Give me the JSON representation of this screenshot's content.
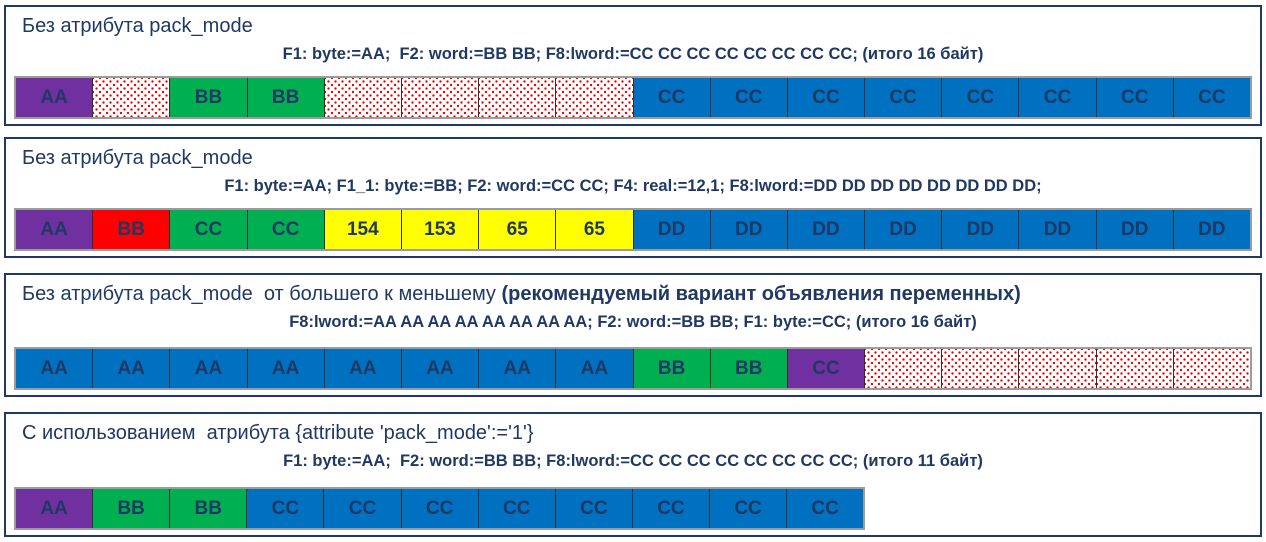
{
  "colors": {
    "navy": "#1F3864",
    "purple": "#7030A0",
    "green": "#00B050",
    "blue": "#0070C0",
    "red": "#FF0000",
    "yellow": "#FFFF00",
    "empty_dot": "#E80000",
    "cell_separator": "#2F2F2F",
    "row_frame": "#9C9C9C"
  },
  "sections": [
    {
      "title": "Без атрибута pack_mode",
      "title_bold": "",
      "declaration": "F1: byte:=AA;  F2: word:=BB BB; F8:lword:=CC CC CC CC CC CC CC CC; (итого 16 байт)",
      "cells": [
        {
          "label": "AA",
          "fill": "purple"
        },
        {
          "label": "",
          "fill": "empty"
        },
        {
          "label": "BB",
          "fill": "green"
        },
        {
          "label": "BB",
          "fill": "green"
        },
        {
          "label": "",
          "fill": "empty"
        },
        {
          "label": "",
          "fill": "empty"
        },
        {
          "label": "",
          "fill": "empty"
        },
        {
          "label": "",
          "fill": "empty"
        },
        {
          "label": "CC",
          "fill": "blue"
        },
        {
          "label": "CC",
          "fill": "blue"
        },
        {
          "label": "CC",
          "fill": "blue"
        },
        {
          "label": "CC",
          "fill": "blue"
        },
        {
          "label": "CC",
          "fill": "blue"
        },
        {
          "label": "CC",
          "fill": "blue"
        },
        {
          "label": "CC",
          "fill": "blue"
        },
        {
          "label": "CC",
          "fill": "blue"
        }
      ]
    },
    {
      "title": "Без атрибута pack_mode",
      "title_bold": "",
      "declaration": "F1: byte:=AA; F1_1: byte:=BB; F2: word:=CC CC; F4: real:=12,1; F8:lword:=DD DD DD DD DD DD DD DD;",
      "cells": [
        {
          "label": "AA",
          "fill": "purple"
        },
        {
          "label": "BB",
          "fill": "red"
        },
        {
          "label": "CC",
          "fill": "green"
        },
        {
          "label": "CC",
          "fill": "green"
        },
        {
          "label": "154",
          "fill": "yellow"
        },
        {
          "label": "153",
          "fill": "yellow"
        },
        {
          "label": "65",
          "fill": "yellow"
        },
        {
          "label": "65",
          "fill": "yellow"
        },
        {
          "label": "DD",
          "fill": "blue"
        },
        {
          "label": "DD",
          "fill": "blue"
        },
        {
          "label": "DD",
          "fill": "blue"
        },
        {
          "label": "DD",
          "fill": "blue"
        },
        {
          "label": "DD",
          "fill": "blue"
        },
        {
          "label": "DD",
          "fill": "blue"
        },
        {
          "label": "DD",
          "fill": "blue"
        },
        {
          "label": "DD",
          "fill": "blue"
        }
      ]
    },
    {
      "title": "Без атрибута pack_mode  от большего к меньшему ",
      "title_bold": "(рекомендуемый вариант объявления переменных)",
      "declaration": "F8:lword:=AA AA AA AA AA AA AA AA; F2: word:=BB BB; F1: byte:=CC; (итого 16 байт)",
      "cells": [
        {
          "label": "AA",
          "fill": "blue"
        },
        {
          "label": "AA",
          "fill": "blue"
        },
        {
          "label": "AA",
          "fill": "blue"
        },
        {
          "label": "AA",
          "fill": "blue"
        },
        {
          "label": "AA",
          "fill": "blue"
        },
        {
          "label": "AA",
          "fill": "blue"
        },
        {
          "label": "AA",
          "fill": "blue"
        },
        {
          "label": "AA",
          "fill": "blue"
        },
        {
          "label": "BB",
          "fill": "green"
        },
        {
          "label": "BB",
          "fill": "green"
        },
        {
          "label": "CC",
          "fill": "purple"
        },
        {
          "label": "",
          "fill": "empty"
        },
        {
          "label": "",
          "fill": "empty"
        },
        {
          "label": "",
          "fill": "empty"
        },
        {
          "label": "",
          "fill": "empty"
        },
        {
          "label": "",
          "fill": "empty"
        }
      ]
    },
    {
      "title": "С использованием  атрибута {attribute 'pack_mode':='1'}",
      "title_bold": "",
      "declaration": "F1: byte:=AA;  F2: word:=BB BB; F8:lword:=CC CC CC CC CC CC CC CC; (итого 11 байт)",
      "cells": [
        {
          "label": "AA",
          "fill": "purple"
        },
        {
          "label": "BB",
          "fill": "green"
        },
        {
          "label": "BB",
          "fill": "green"
        },
        {
          "label": "CC",
          "fill": "blue"
        },
        {
          "label": "CC",
          "fill": "blue"
        },
        {
          "label": "CC",
          "fill": "blue"
        },
        {
          "label": "CC",
          "fill": "blue"
        },
        {
          "label": "CC",
          "fill": "blue"
        },
        {
          "label": "CC",
          "fill": "blue"
        },
        {
          "label": "CC",
          "fill": "blue"
        },
        {
          "label": "CC",
          "fill": "blue"
        }
      ]
    }
  ]
}
